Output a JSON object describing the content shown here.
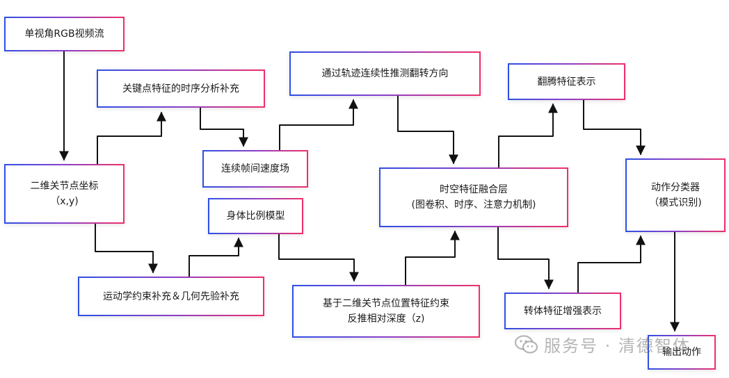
{
  "nodes": {
    "rgb": "单视角RGB视频流",
    "coords_line1": "二维关节点坐标",
    "coords_line2": "（x,y)",
    "temporal": "关键点特征的时序分析补充",
    "velocity": "连续帧间速度场",
    "proportion": "身体比例模型",
    "kinematic": "运动学约束补充＆几何先验补充",
    "trajectory": "通过轨迹连续性推测翻转方向",
    "depth_line1": "基于二维关节点位置特征约束",
    "depth_line2": "反推相对深度（z)",
    "fusion_line1": "时空特征融合层",
    "fusion_line2": "(图卷积、时序、注意力机制)",
    "flip": "翻腾特征表示",
    "twist": "转体特征增强表示",
    "classifier_line1": "动作分类器",
    "classifier_line2": "（模式识别)",
    "output": "输出动作"
  },
  "watermark": "服务号 · 清德智体",
  "colors": {
    "border_start": "#2f4fe6",
    "border_end": "#ef2f6a",
    "arrow": "#111111"
  }
}
